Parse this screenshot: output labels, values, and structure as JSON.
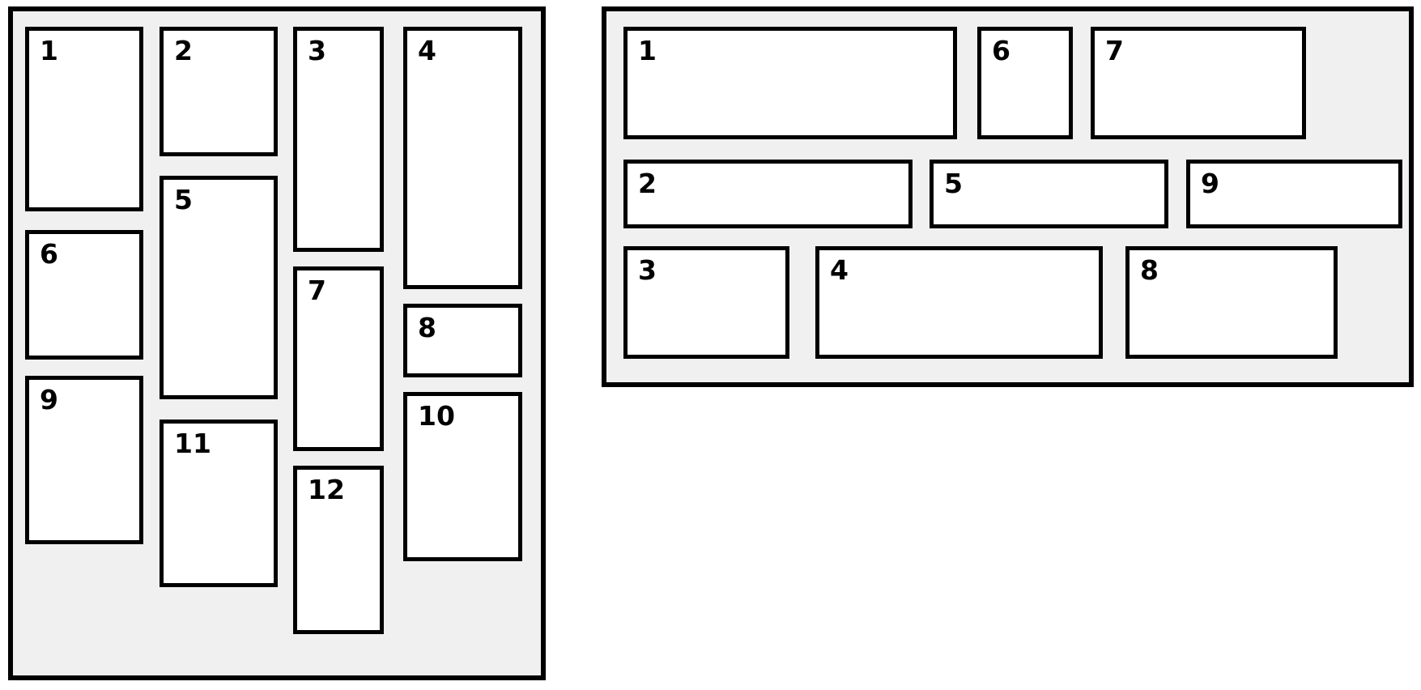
{
  "colors": {
    "page_background": "#ffffff",
    "panel_background": "#f0f0f0",
    "card_background": "#ffffff",
    "border": "#000000",
    "label_text": "#000000"
  },
  "left_panel": {
    "cards": [
      {
        "label": "1"
      },
      {
        "label": "2"
      },
      {
        "label": "3"
      },
      {
        "label": "4"
      },
      {
        "label": "5"
      },
      {
        "label": "6"
      },
      {
        "label": "7"
      },
      {
        "label": "8"
      },
      {
        "label": "9"
      },
      {
        "label": "10"
      },
      {
        "label": "11"
      },
      {
        "label": "12"
      }
    ]
  },
  "right_panel": {
    "cards": [
      {
        "label": "1"
      },
      {
        "label": "2"
      },
      {
        "label": "3"
      },
      {
        "label": "4"
      },
      {
        "label": "5"
      },
      {
        "label": "6"
      },
      {
        "label": "7"
      },
      {
        "label": "8"
      },
      {
        "label": "9"
      }
    ]
  }
}
